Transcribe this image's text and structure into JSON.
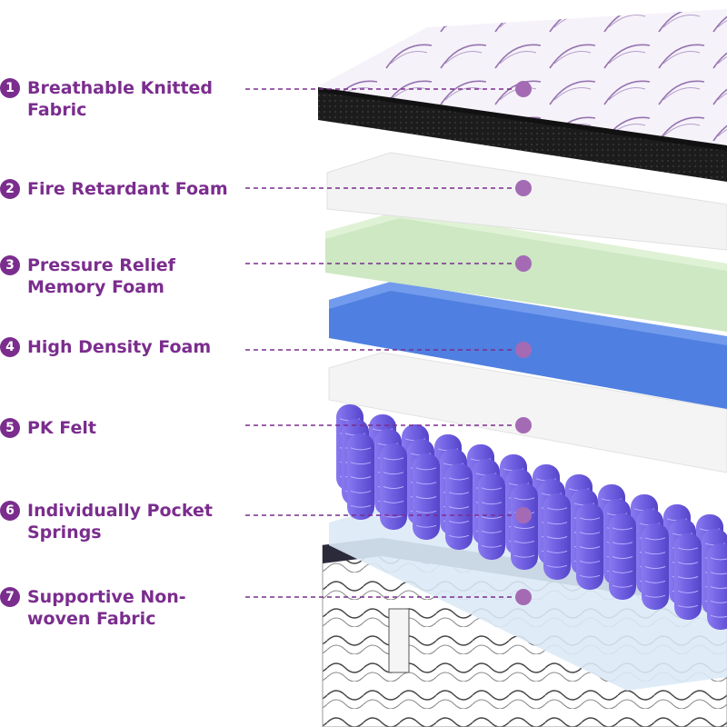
{
  "colors": {
    "accent": "#7b2d8e",
    "leader_dot": "#a46bb4",
    "green_foam": "#cde8c2",
    "blue_foam": "#4f7fe0",
    "white_foam": "#f2f2f2",
    "springs": "#6e5ee0",
    "knit_border": "#1a1a1a"
  },
  "layers": [
    {
      "number": "1",
      "label": "Breathable Knitted Fabric"
    },
    {
      "number": "2",
      "label": "Fire Retardant Foam"
    },
    {
      "number": "3",
      "label": "Pressure Relief Memory Foam"
    },
    {
      "number": "4",
      "label": "High Density Foam"
    },
    {
      "number": "5",
      "label": "PK Felt"
    },
    {
      "number": "6",
      "label": "Individually Pocket Springs"
    },
    {
      "number": "7",
      "label": "Supportive Non-woven Fabric"
    }
  ],
  "icons": {
    "bullet": "numbered-circle",
    "leader": "dashed-line-with-dot"
  }
}
